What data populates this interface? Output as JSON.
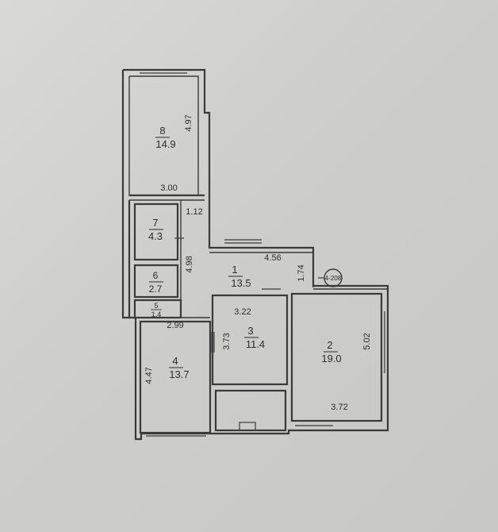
{
  "rooms": [
    {
      "id": "1",
      "number": "1",
      "area": "13.5"
    },
    {
      "id": "2",
      "number": "2",
      "area": "19.0"
    },
    {
      "id": "3",
      "number": "3",
      "area": "11.4"
    },
    {
      "id": "4",
      "number": "4",
      "area": "13.7"
    },
    {
      "id": "5",
      "number": "5",
      "area": "1.4"
    },
    {
      "id": "6",
      "number": "6",
      "area": "2.7"
    },
    {
      "id": "7",
      "number": "7",
      "area": "4.3"
    },
    {
      "id": "8",
      "number": "8",
      "area": "14.9"
    }
  ],
  "dimensions": {
    "room8_width": "3.00",
    "room8_length": "4.97",
    "corridor_width": "1.12",
    "corridor_length": "4.98",
    "room1_length": "4.56",
    "room1_width": "1.74",
    "room3_width": "3.22",
    "room3_length": "3.73",
    "room4_width": "2.99",
    "room4_length": "4.47",
    "room2_length": "5.02",
    "room2_width": "3.72"
  },
  "marker": "4-208",
  "colors": {
    "wall": "#3a3a3a",
    "paper": "#d4d4d1",
    "text": "#2d2d2d"
  }
}
